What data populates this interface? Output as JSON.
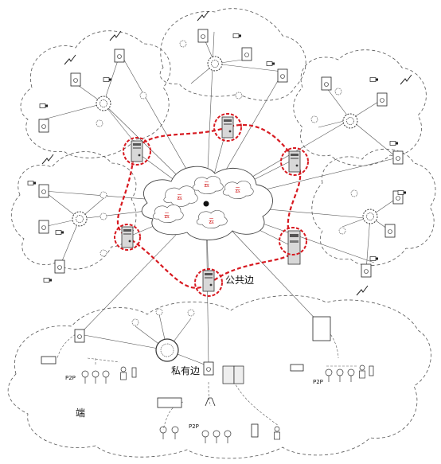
{
  "labels": {
    "public_edge": "公共边",
    "private_edge": "私有边",
    "terminal": "端",
    "p2p": "P2P",
    "cloud": "云"
  },
  "colors": {
    "edge_ring": "#d71920",
    "server_fill": "#c9c9c9",
    "line": "#444444",
    "dashed": "#555555"
  }
}
